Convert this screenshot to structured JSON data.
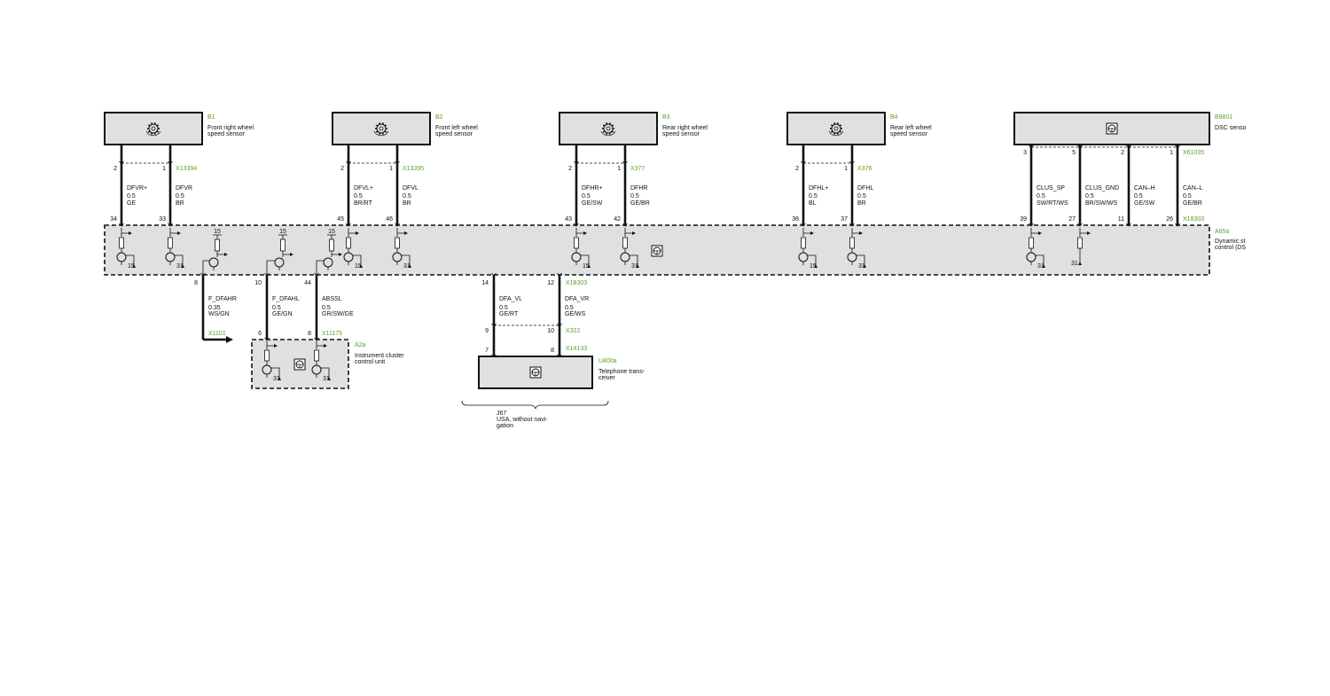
{
  "colors": {
    "label_green": "#5aa02c",
    "component_fill": "#e0e0e0",
    "wire": "#111111"
  },
  "sensors": [
    {
      "id": "B1",
      "desc": [
        "Front right wheel",
        "speed sensor"
      ],
      "icon": "wheel-speed-sensor-icon",
      "connector": "X13394",
      "pins": [
        "2",
        "1"
      ],
      "wires": [
        {
          "name": "DFVR+",
          "size": "0.5",
          "color": "GE",
          "module_pin": "34"
        },
        {
          "name": "DFVR",
          "size": "0.5",
          "color": "BR",
          "module_pin": "33"
        }
      ]
    },
    {
      "id": "B2",
      "desc": [
        "Front left wheel",
        "speed sensor"
      ],
      "icon": "wheel-speed-sensor-icon",
      "connector": "X13395",
      "pins": [
        "2",
        "1"
      ],
      "wires": [
        {
          "name": "DFVL+",
          "size": "0.5",
          "color": "BR/RT",
          "module_pin": "45"
        },
        {
          "name": "DFVL",
          "size": "0.5",
          "color": "BR",
          "module_pin": "46"
        }
      ]
    },
    {
      "id": "B3",
      "desc": [
        "Rear right wheel",
        "speed sensor"
      ],
      "icon": "wheel-speed-sensor-icon",
      "connector": "X377",
      "pins": [
        "2",
        "1"
      ],
      "wires": [
        {
          "name": "DFHR+",
          "size": "0.5",
          "color": "GE/SW",
          "module_pin": "43"
        },
        {
          "name": "DFHR",
          "size": "0.5",
          "color": "GE/BR",
          "module_pin": "42"
        }
      ]
    },
    {
      "id": "B4",
      "desc": [
        "Rear left wheel",
        "speed sensor"
      ],
      "icon": "wheel-speed-sensor-icon",
      "connector": "X376",
      "pins": [
        "2",
        "1"
      ],
      "wires": [
        {
          "name": "DFHL+",
          "size": "0.5",
          "color": "BL",
          "module_pin": "36"
        },
        {
          "name": "DFHL",
          "size": "0.5",
          "color": "BR",
          "module_pin": "37"
        }
      ]
    },
    {
      "id": "B9801",
      "desc": [
        "DSC senso"
      ],
      "icon": "control-unit-icon",
      "connector": "X61035",
      "pins": [
        "3",
        "5",
        "2",
        "1"
      ],
      "wires": [
        {
          "name": "CLUS_SP",
          "size": "0.5",
          "color": "SW/RT/WS",
          "module_pin": "39"
        },
        {
          "name": "CLUS_GND",
          "size": "0.5",
          "color": "BR/SW/WS",
          "module_pin": "27"
        },
        {
          "name": "CAN–H",
          "size": "0.5",
          "color": "GE/SW",
          "module_pin": "11"
        },
        {
          "name": "CAN–L",
          "size": "0.5",
          "color": "GE/BR",
          "module_pin": "26"
        }
      ]
    }
  ],
  "module": {
    "id": "A65a",
    "desc": [
      "Dynamic st",
      "control (DS"
    ],
    "connector": "X18303",
    "supply_label": "15",
    "ground_label": "31"
  },
  "outputs": [
    {
      "pin": "8",
      "name": "F_DFAHR",
      "size": "0.35",
      "color": "WS/GN",
      "end_connector": "X1101"
    },
    {
      "pin": "10",
      "name": "F_DFAHL",
      "size": "0.5",
      "color": "GE/GN",
      "end_pin": "6"
    },
    {
      "pin": "44",
      "name": "ABSSL",
      "size": "0.5",
      "color": "GR/SW/GE",
      "end_pin": "8",
      "end_connector": "X11175"
    },
    {
      "pin": "14",
      "name": "DFA_VL",
      "size": "0.5",
      "color": "GE/RT",
      "mid_pin": "9",
      "end_pin": "7"
    },
    {
      "pin": "12",
      "name": "DFA_VR",
      "size": "0.5",
      "color": "GE/WS",
      "mid_pin": "10",
      "mid_connector": "X322",
      "end_pin": "8",
      "end_connector": "X14133"
    }
  ],
  "instrument_cluster": {
    "id": "A2a",
    "desc": [
      "Instrument cluster",
      "control unit"
    ]
  },
  "telephone": {
    "id": "U400a",
    "desc": [
      "Telephone trans-",
      "ceiver"
    ]
  },
  "option_note": [
    "J67",
    "USA, without navi-",
    "gation"
  ]
}
